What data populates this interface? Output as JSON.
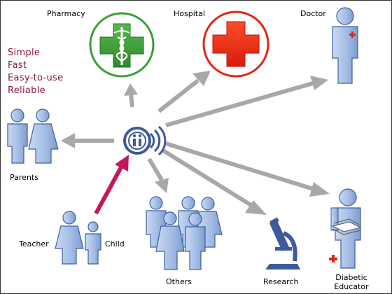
{
  "labels": {
    "pharmacy": "Pharmacy",
    "hospital": "Hospital",
    "doctor": "Doctor",
    "parents": "Parents",
    "teacher": "Teacher",
    "child": "Child",
    "others": "Others",
    "research": "Research",
    "diabetic_educator_line1": "Diabetic",
    "diabetic_educator_line2": "Educator"
  },
  "taglines": [
    "Simple",
    "Fast",
    "Easy-to-use",
    "Reliable"
  ],
  "colors": {
    "tagline": "#8b1438",
    "arrow_gray": "#a8a8a8",
    "arrow_magenta": "#c8145c",
    "person_fill": "#a9c1e6",
    "person_stroke": "#3f5f9e",
    "pharmacy_green": "#3c9e36",
    "hospital_red": "#e52510",
    "hub_blue": "#3c5a9c"
  },
  "icons": {
    "hub": "wireless-device-icon",
    "pharmacy": "pharmacy-cross-caduceus-icon",
    "hospital": "red-cross-icon",
    "research": "microscope-icon"
  }
}
